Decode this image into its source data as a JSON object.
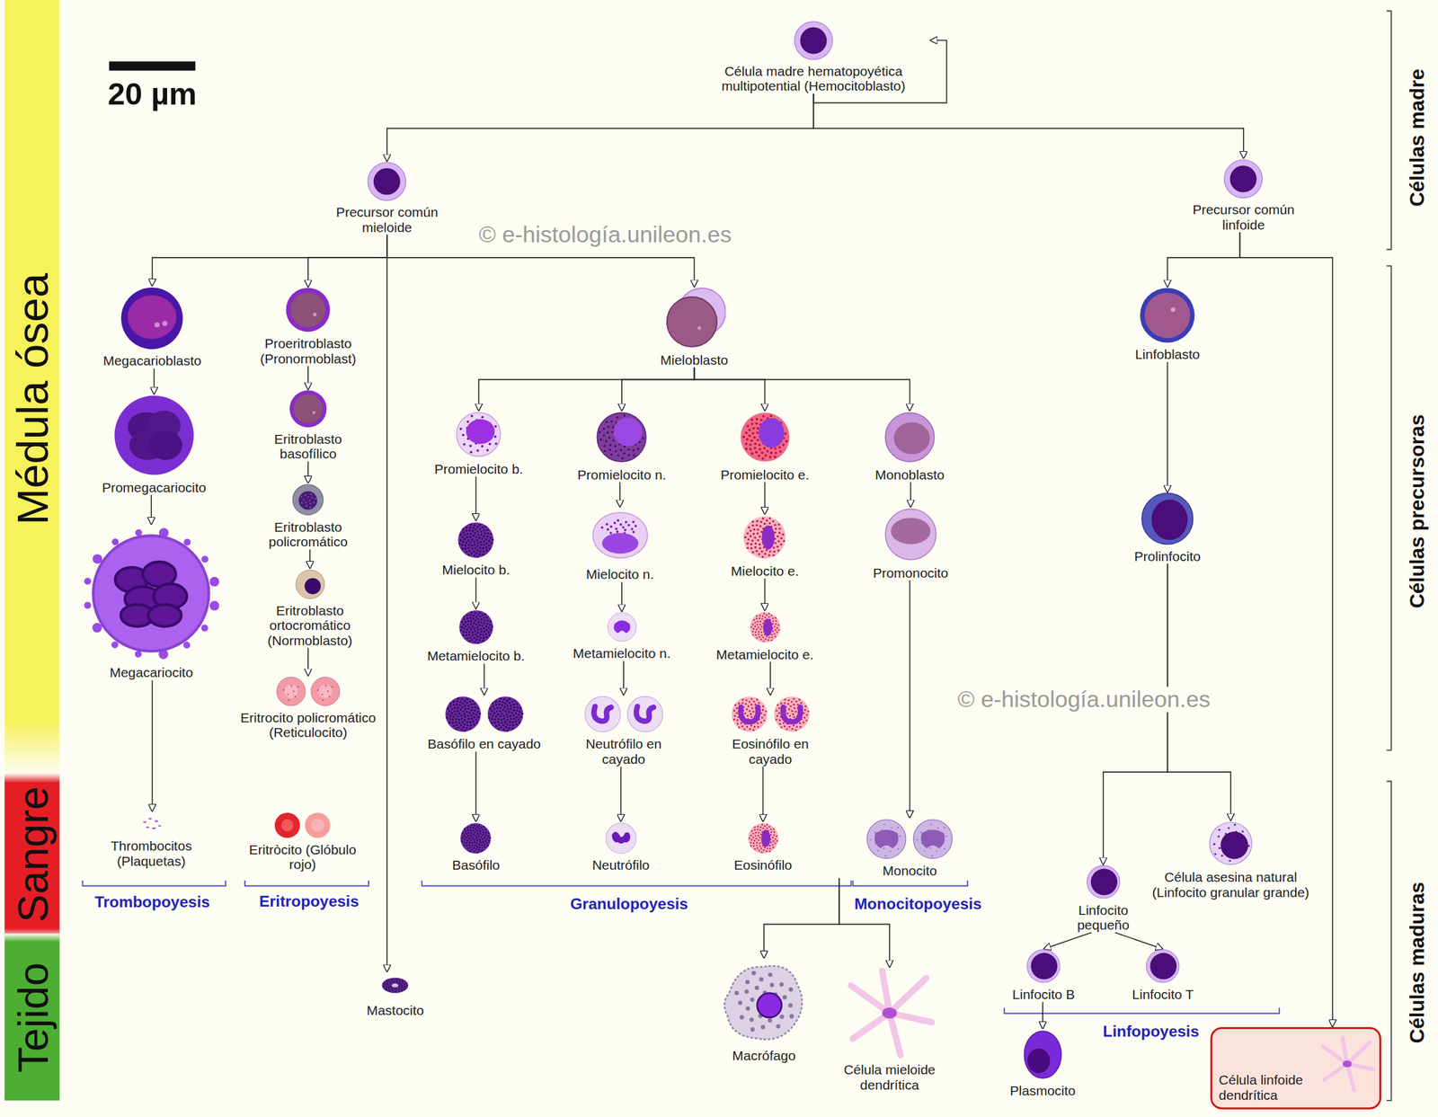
{
  "diagram": {
    "nodes": [
      {
        "text": [
          "Célula madre hematopoyética multipotential (Hemocitoblasto)"
        ]
      },
      {
        "text": [
          "Precursor común mieloide"
        ]
      },
      {
        "text": [
          "Precursor común linfoide"
        ]
      },
      {
        "text": [
          "Megacarioblasto"
        ]
      },
      {
        "text": [
          "Proeritroblasto (Pronormoblast)"
        ]
      },
      {
        "text": [
          "Mieloblasto"
        ]
      },
      {
        "text": [
          "Linfoblasto"
        ]
      },
      {
        "text": [
          "Promegacariocito"
        ]
      },
      {
        "text": [
          "Eritroblasto basofílico"
        ]
      },
      {
        "text": [
          "Promielocito b."
        ]
      },
      {
        "text": [
          "Promielocito n."
        ]
      },
      {
        "text": [
          "Promielocito e."
        ]
      },
      {
        "text": [
          "Monoblasto"
        ]
      },
      {
        "text": [
          "Prolinfocito"
        ]
      },
      {
        "text": [
          "Eritroblasto policromático"
        ]
      },
      {
        "text": [
          "Eritroblasto ortocromático (Normoblasto)"
        ]
      },
      {
        "text": [
          "Megacariocito"
        ]
      },
      {
        "text": [
          "Mielocito b."
        ]
      },
      {
        "text": [
          "Mielocito n."
        ]
      },
      {
        "text": [
          "Mielocito e."
        ]
      },
      {
        "text": [
          "Promonocito"
        ]
      },
      {
        "text": [
          "Eritrocito policromático (Reticulocito)"
        ]
      },
      {
        "text": [
          "Metamielocito b."
        ]
      },
      {
        "text": [
          "Metamielocito n."
        ]
      },
      {
        "text": [
          "Metamielocito e."
        ]
      },
      {
        "text": [
          "Basófilo en cayado"
        ]
      },
      {
        "text": [
          "Neutrófilo en cayado"
        ]
      },
      {
        "text": [
          "Eosinófilo en cayado"
        ]
      },
      {
        "text": [
          "Thrombocitos (Plaquetas)"
        ]
      },
      {
        "text": [
          "Eritròcito (Glóbulo rojo)"
        ]
      },
      {
        "text": [
          "Basófilo"
        ]
      },
      {
        "text": [
          "Neutrófilo"
        ]
      },
      {
        "text": [
          "Eosinófilo"
        ]
      },
      {
        "text": [
          "Monocito"
        ]
      },
      {
        "text": [
          "Célula asesina natural (Linfocito granular grande)"
        ]
      },
      {
        "text": [
          "Linfocito pequeño"
        ]
      },
      {
        "text": [
          "Mastocito"
        ]
      },
      {
        "text": [
          "Linfocito B"
        ]
      },
      {
        "text": [
          "Linfocito T"
        ]
      },
      {
        "text": [
          "Macrófago"
        ]
      },
      {
        "text": [
          "Célula mieloide dendrítica"
        ]
      },
      {
        "text": [
          "Plasmocito"
        ]
      },
      {
        "text": [
          "Célula linfoide dendrítica"
        ]
      }
    ],
    "edges": [
      {
        "from": 0,
        "to": 0,
        "arrow": "to"
      },
      {
        "from": 0,
        "to": 1,
        "arrow": "to"
      },
      {
        "from": 0,
        "to": 2,
        "arrow": "to"
      },
      {
        "from": 1,
        "to": 3,
        "arrow": "to"
      },
      {
        "from": 1,
        "to": 4,
        "arrow": "to"
      },
      {
        "from": 1,
        "to": 5,
        "arrow": "to"
      },
      {
        "from": 1,
        "to": 36,
        "arrow": "to"
      },
      {
        "from": 2,
        "to": 6,
        "arrow": "to"
      },
      {
        "from": 2,
        "to": 42,
        "arrow": "to"
      },
      {
        "from": 3,
        "to": 7,
        "arrow": "to"
      },
      {
        "from": 7,
        "to": 16,
        "arrow": "to"
      },
      {
        "from": 16,
        "to": 28,
        "arrow": "to"
      },
      {
        "from": 4,
        "to": 8,
        "arrow": "to"
      },
      {
        "from": 8,
        "to": 14,
        "arrow": "to"
      },
      {
        "from": 14,
        "to": 15,
        "arrow": "to"
      },
      {
        "from": 15,
        "to": 21,
        "arrow": "to"
      },
      {
        "from": 5,
        "to": 9,
        "arrow": "to"
      },
      {
        "from": 5,
        "to": 10,
        "arrow": "to"
      },
      {
        "from": 5,
        "to": 11,
        "arrow": "to"
      },
      {
        "from": 5,
        "to": 12,
        "arrow": "to"
      },
      {
        "from": 9,
        "to": 17,
        "arrow": "to"
      },
      {
        "from": 17,
        "to": 22,
        "arrow": "to"
      },
      {
        "from": 22,
        "to": 25,
        "arrow": "to"
      },
      {
        "from": 25,
        "to": 30,
        "arrow": "to"
      },
      {
        "from": 10,
        "to": 18,
        "arrow": "to"
      },
      {
        "from": 18,
        "to": 23,
        "arrow": "to"
      },
      {
        "from": 23,
        "to": 26,
        "arrow": "to"
      },
      {
        "from": 26,
        "to": 31,
        "arrow": "to"
      },
      {
        "from": 11,
        "to": 19,
        "arrow": "to"
      },
      {
        "from": 19,
        "to": 24,
        "arrow": "to"
      },
      {
        "from": 24,
        "to": 27,
        "arrow": "to"
      },
      {
        "from": 27,
        "to": 32,
        "arrow": "to"
      },
      {
        "from": 12,
        "to": 20,
        "arrow": "to"
      },
      {
        "from": 20,
        "to": 33,
        "arrow": "to"
      },
      {
        "from": 6,
        "to": 13,
        "arrow": "to"
      },
      {
        "from": 13,
        "to": 35,
        "arrow": "to"
      },
      {
        "from": 13,
        "to": 34,
        "arrow": "to"
      },
      {
        "from": 35,
        "to": 37,
        "arrow": "to"
      },
      {
        "from": 35,
        "to": 38,
        "arrow": "to"
      },
      {
        "from": 37,
        "to": 41,
        "arrow": "to"
      },
      {
        "from": 33,
        "to": 39,
        "arrow": "to"
      },
      {
        "from": 33,
        "to": 40,
        "arrow": "to"
      }
    ],
    "labels": [
      "20 µm",
      "Médula ósea",
      "Sangre",
      "Tejido",
      "Células madre",
      "Células precursoras",
      "Células maduras",
      "© e-histología.unileon.es",
      "© e-histología.unileon.es",
      "Trombopoyesis",
      "Eritropoyesis",
      "Granulopoyesis",
      "Monocitopoyesis",
      "Linfopoyesis"
    ]
  }
}
